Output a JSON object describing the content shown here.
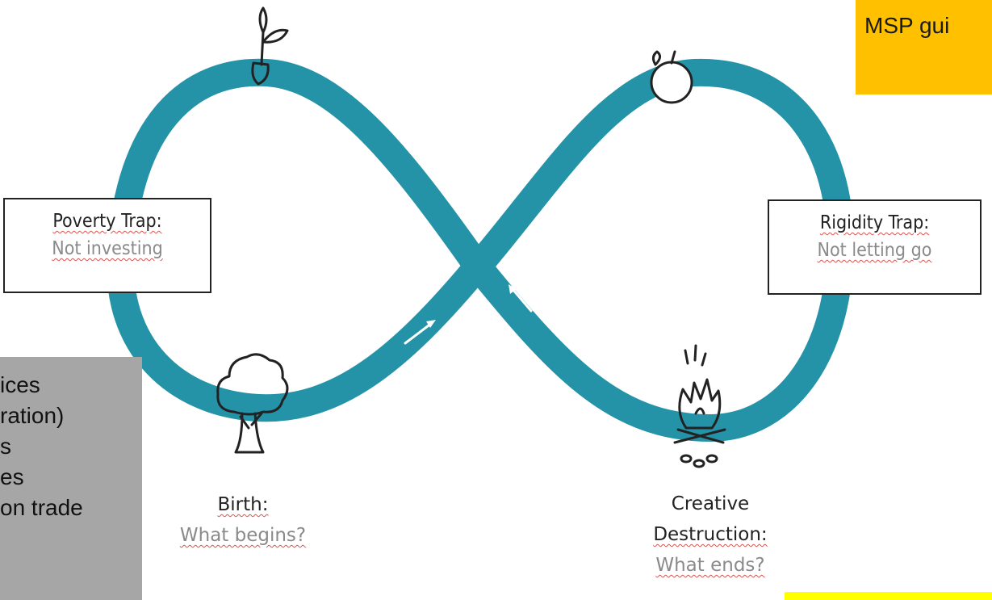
{
  "diagram": {
    "loop_color": "#2493a8",
    "traps": {
      "left": {
        "title": "Poverty Trap:",
        "subtitle": "Not investing"
      },
      "right": {
        "title": "Rigidity Trap:",
        "subtitle": "Not letting go"
      }
    },
    "stages": {
      "birth": {
        "title": "Birth:",
        "question": "What begins?"
      },
      "destruction": {
        "title_line1": "Creative",
        "title_line2": "Destruction:",
        "question": "What ends?"
      }
    },
    "icons": [
      "sprout-icon",
      "apple-icon",
      "tree-icon",
      "campfire-icon",
      "flow-arrow-icon"
    ]
  },
  "overlays": {
    "msp_box": {
      "text": "MSP gui",
      "color": "#ffc000"
    },
    "grey_panel": {
      "color": "#a6a6a6",
      "lines": [
        "ices",
        "ration)",
        "s",
        "es",
        "on trade"
      ]
    },
    "yellow_strip_color": "#ffff00"
  }
}
